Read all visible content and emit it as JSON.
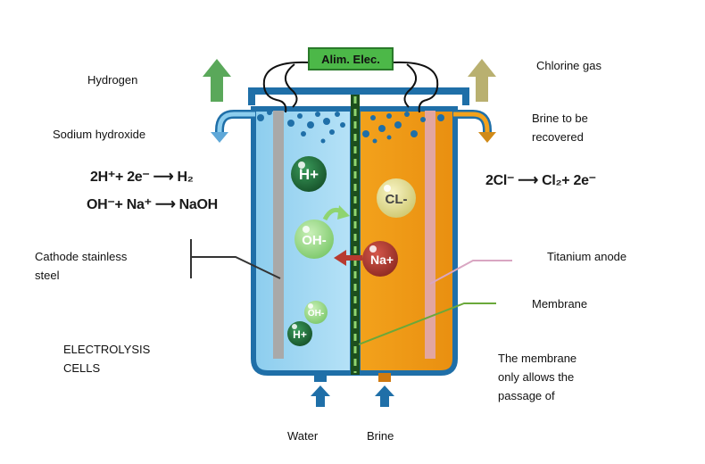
{
  "power_supply": {
    "label": "Alim. Elec."
  },
  "labels": {
    "hydrogen": "Hydrogen",
    "sodium_hydroxide": "Sodium hydroxide",
    "chlorine_gas": "Chlorine gas",
    "brine_recovered": "Brine to be\nrecovered",
    "cathode": "Cathode stainless\nsteel",
    "titanium_anode": "Titanium anode",
    "membrane": "Membrane",
    "electrolysis_cells": "ELECTROLYSIS\nCELLS",
    "membrane_note": "The membrane\nonly allows the\npassage of",
    "water": "Water",
    "brine": "Brine"
  },
  "equations": {
    "cathode_1": "2H⁺+ 2e⁻ ⟶ H₂",
    "cathode_2": "OH⁻+ Na⁺ ⟶ NaOH",
    "anode_1": "2Cl⁻ ⟶ Cl₂+ 2e⁻"
  },
  "ions": {
    "h_plus_large": "H+",
    "oh_minus": "OH-",
    "cl_minus": "CL-",
    "na_plus": "Na+",
    "oh_minus_small": "OH-",
    "h_plus_small": "H+"
  },
  "colors": {
    "cathode_side": "#8fd0f0",
    "anode_side": "#f0a020",
    "cell_outline": "#1f6fa8",
    "h_plus": "#1e6b3a",
    "oh_minus": "#9bd88a",
    "cl_minus": "#e6e09a",
    "na_plus": "#b83a30",
    "hydrogen_arrow": "#5aa85a",
    "chlorine_arrow": "#b9b070",
    "power_box": "#4cb848"
  }
}
